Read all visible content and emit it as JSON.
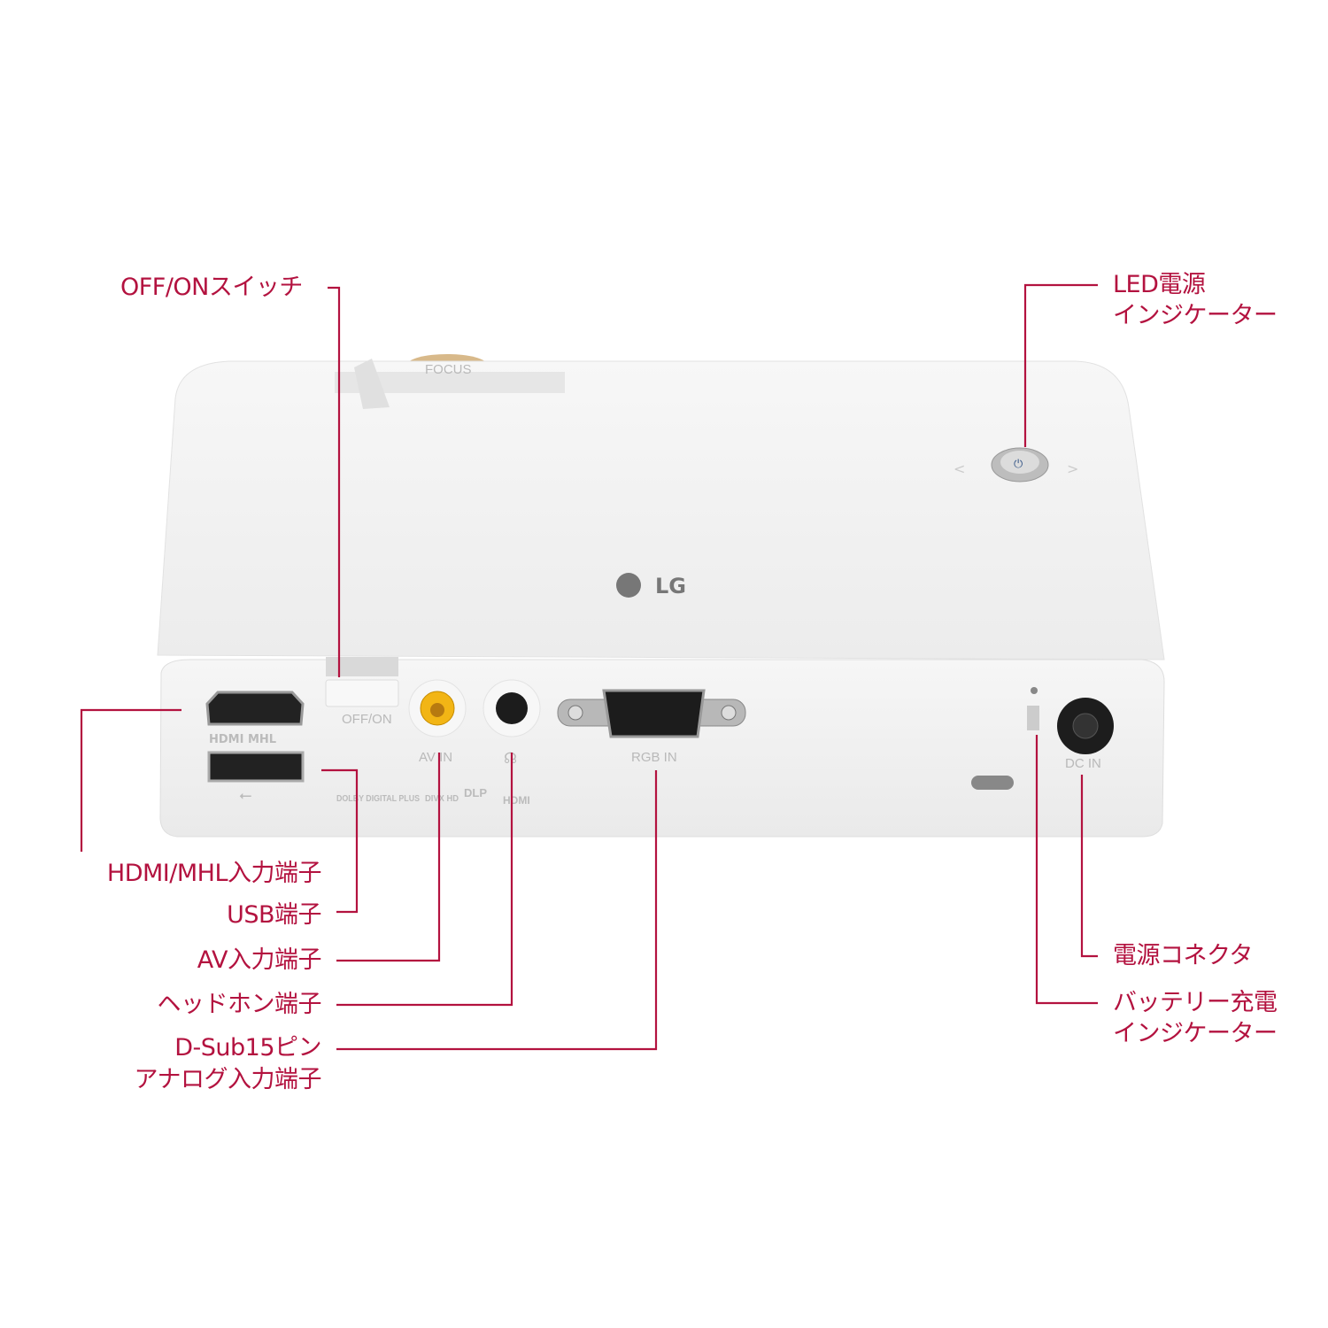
{
  "colors": {
    "callout": "#b3123f",
    "body": "#f4f4f4",
    "panel": "#f0f0f0"
  },
  "device": {
    "brand": "LG",
    "focus_label": "FOCUS",
    "switch_label": "OFF/ON",
    "hdmi_logo": "HDMI MHL",
    "av_label": "AV IN",
    "rgb_label": "RGB IN",
    "dc_label": "DC IN",
    "logos": [
      "DOLBY DIGITAL PLUS",
      "DIVX HD",
      "DLP",
      "HDMI"
    ]
  },
  "callouts": {
    "off_on": "OFF/ONスイッチ",
    "led_line1": "LED電源",
    "led_line2": "インジケーター",
    "hdmi": "HDMI/MHL入力端子",
    "usb": "USB端子",
    "av": "AV入力端子",
    "headphone": "ヘッドホン端子",
    "dsub_line1": "D-Sub15ピン",
    "dsub_line2": "アナログ入力端子",
    "dc": "電源コネクタ",
    "battery_line1": "バッテリー充電",
    "battery_line2": "インジケーター"
  }
}
